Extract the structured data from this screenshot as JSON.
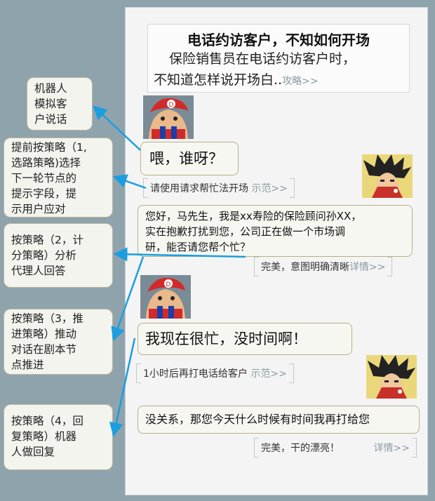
{
  "header": {
    "title": "电话约访客户，不知如何开场",
    "line1": "保险销售员在电话约访客户时，",
    "line2": "不知道怎样说开场白..",
    "more": "攻略>>"
  },
  "notes": {
    "n1": [
      "机器人",
      "模拟客",
      "户说话"
    ],
    "n2": [
      "提前按策略（1,",
      "选路策略)选择",
      "下一轮节点的",
      "提示字段，提",
      "示用户应对"
    ],
    "n3": [
      "按策略（2，计",
      "分策略）分析",
      "代理人回答"
    ],
    "n4": [
      "按策略（3，推",
      "进策略）推动",
      "对话在剧本节",
      "点推进"
    ],
    "n5": [
      "按策略（4，回",
      "复策略）机器",
      "人做回复"
    ]
  },
  "chat": {
    "robot1": "喂，谁呀？",
    "hint1_text": "请使用请求帮忙法开场",
    "hint1_link": "示范>>",
    "agent1": [
      "您好，马先生，我是xx寿险的保险顾问孙XX，",
      "实在抱歉打扰到您，公司正在做一个市场调",
      "研，能否请您帮个忙？"
    ],
    "eval1_text": "完美，意图明确清晰",
    "eval1_link": "详情>>",
    "robot2": "我现在很忙，没时间啊！",
    "hint2_text": "1小时后再打电话给客户",
    "hint2_link": "示范>>",
    "agent2": "没关系，那您今天什么时候有时间我再打给您",
    "eval2_text": "完美，干的漂亮！",
    "eval2_link": "详情>>"
  },
  "colors": {
    "background": "#8fa3ad",
    "arrow": "#1a9ee0",
    "bubble_border": "#b6b08a"
  }
}
